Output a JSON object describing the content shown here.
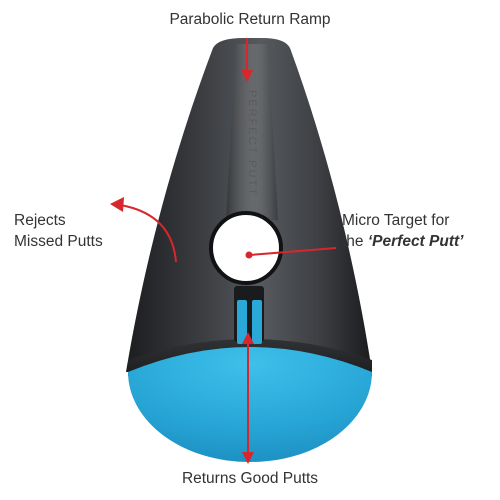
{
  "callouts": {
    "top": "Parabolic Return Ramp",
    "left_line1": "Rejects",
    "left_line2": "Missed Putts",
    "right_line1": "Micro Target for",
    "right_line2_prefix": "the ",
    "right_line2_emph": "‘Perfect Putt’",
    "bottom": "Returns Good Putts"
  },
  "product": {
    "brand_mark": "PERFECT PUTT"
  },
  "colors": {
    "arrow": "#d7262e",
    "body_dark": "#2a2c2f",
    "base_blue": "#2aa9d9",
    "text": "#333333"
  }
}
